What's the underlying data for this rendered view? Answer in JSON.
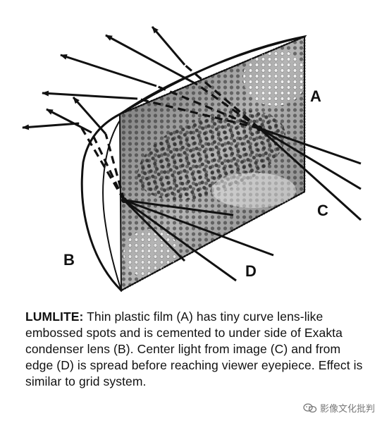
{
  "diagram": {
    "labels": {
      "a": "A",
      "b": "B",
      "c": "C",
      "d": "D"
    },
    "colors": {
      "ink": "#111111",
      "film": "#8a8a8a",
      "background": "#ffffff"
    }
  },
  "caption": {
    "lead": "LUMLITE:",
    "body": " Thin plastic film (A) has tiny curve lens-like embossed spots and is cemented to under side of Exakta condenser lens (B). Center light from image (C) and from edge (D) is spread before reaching viewer eyepiece. Effect is similar to grid system."
  },
  "watermark": {
    "icon": "wechat-icon",
    "text": "影像文化批判"
  }
}
